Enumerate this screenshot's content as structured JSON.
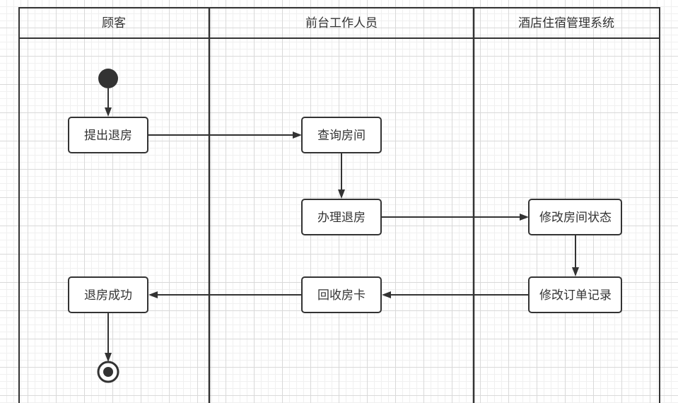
{
  "lanes": [
    {
      "id": "customer",
      "title": "顾客"
    },
    {
      "id": "frontdesk",
      "title": "前台工作人员"
    },
    {
      "id": "system",
      "title": "酒店住宿管理系统"
    }
  ],
  "nodes": {
    "start": {
      "type": "initial",
      "lane": "customer"
    },
    "request_checkout": {
      "type": "action",
      "lane": "customer",
      "label": "提出退房"
    },
    "query_room": {
      "type": "action",
      "lane": "frontdesk",
      "label": "查询房间"
    },
    "process_checkout": {
      "type": "action",
      "lane": "frontdesk",
      "label": "办理退房"
    },
    "modify_room_status": {
      "type": "action",
      "lane": "system",
      "label": "修改房间状态"
    },
    "modify_order_record": {
      "type": "action",
      "lane": "system",
      "label": "修改订单记录"
    },
    "collect_card": {
      "type": "action",
      "lane": "frontdesk",
      "label": "回收房卡"
    },
    "checkout_success": {
      "type": "action",
      "lane": "customer",
      "label": "退房成功"
    },
    "end": {
      "type": "final",
      "lane": "customer"
    }
  },
  "edges": [
    {
      "from": "start",
      "to": "request_checkout"
    },
    {
      "from": "request_checkout",
      "to": "query_room"
    },
    {
      "from": "query_room",
      "to": "process_checkout"
    },
    {
      "from": "process_checkout",
      "to": "modify_room_status"
    },
    {
      "from": "modify_room_status",
      "to": "modify_order_record"
    },
    {
      "from": "modify_order_record",
      "to": "collect_card"
    },
    {
      "from": "collect_card",
      "to": "checkout_success"
    },
    {
      "from": "checkout_success",
      "to": "end"
    }
  ],
  "colors": {
    "stroke": "#333333",
    "text": "#333333",
    "background": "#ffffff",
    "grid": "#d9d9d9"
  }
}
